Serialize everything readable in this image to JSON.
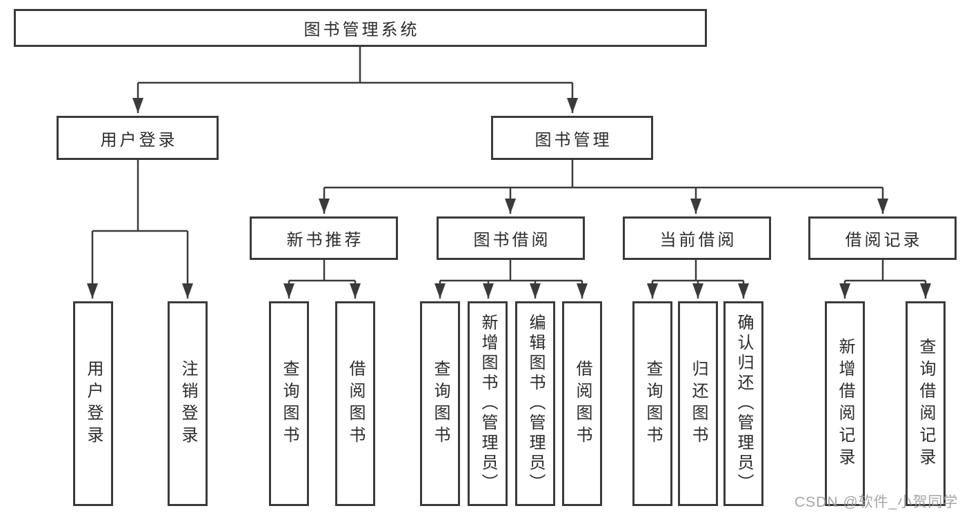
{
  "diagram": {
    "root": {
      "label": "图书管理系统"
    },
    "branches": [
      {
        "label": "用户登录",
        "children": [
          {
            "label": "用户登录"
          },
          {
            "label": "注销登录"
          }
        ]
      },
      {
        "label": "图书管理",
        "groups": [
          {
            "label": "新书推荐",
            "children": [
              {
                "label": "查询图书"
              },
              {
                "label": "借阅图书"
              }
            ]
          },
          {
            "label": "图书借阅",
            "children": [
              {
                "label": "查询图书"
              },
              {
                "label": "新增图书（管理员）"
              },
              {
                "label": "编辑图书（管理员）"
              },
              {
                "label": "借阅图书"
              }
            ]
          },
          {
            "label": "当前借阅",
            "children": [
              {
                "label": "查询图书"
              },
              {
                "label": "归还图书"
              },
              {
                "label": "确认归还（管理员）"
              }
            ]
          },
          {
            "label": "借阅记录",
            "children": [
              {
                "label": "新增借阅记录"
              },
              {
                "label": "查询借阅记录"
              }
            ]
          }
        ]
      }
    ]
  },
  "watermark": {
    "text": "CSDN @软件_小贺同学"
  },
  "colors": {
    "line": "#3a3a3a",
    "box_border": "#3a3a3a",
    "text": "#2b2b2b",
    "watermark": "#9b9b9b",
    "background": "#ffffff"
  }
}
